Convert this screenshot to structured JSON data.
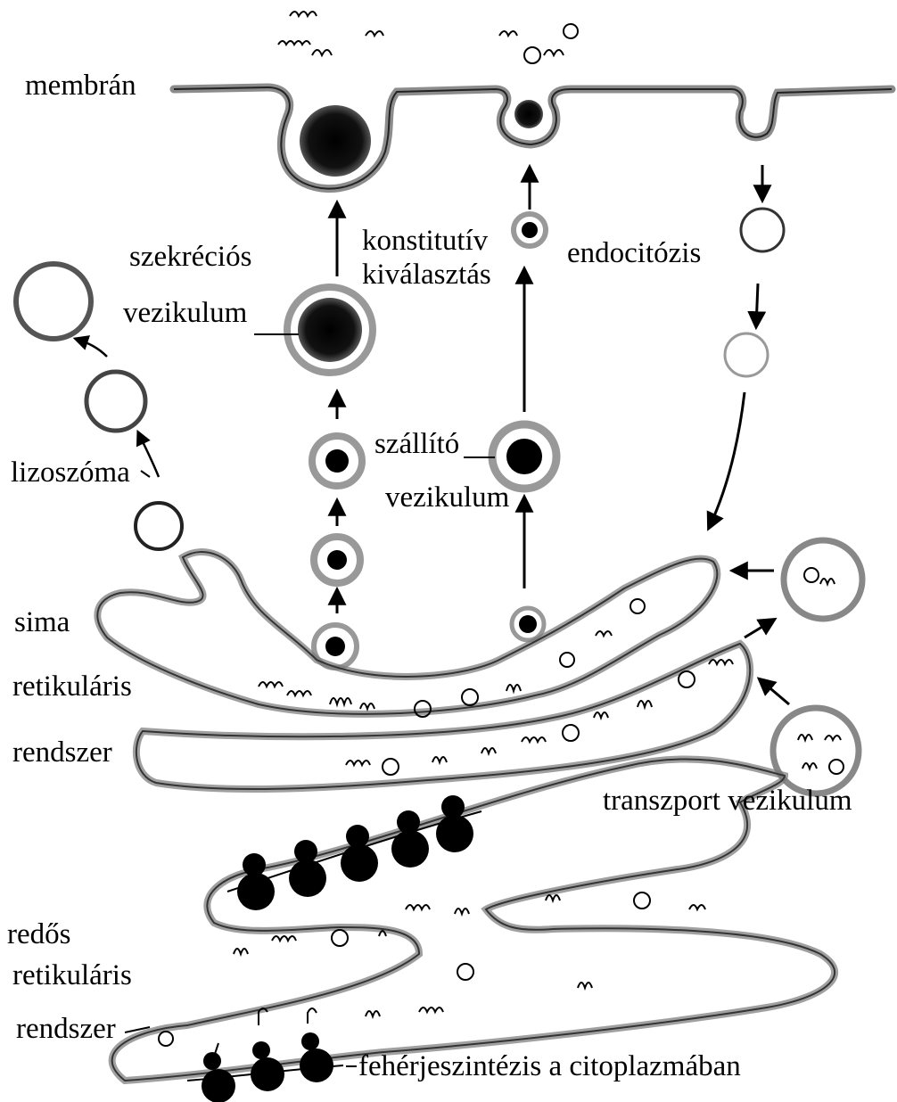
{
  "labels": {
    "membrane": "membrán",
    "secretory_1": "szekréciós",
    "secretory_2": "vezikulum",
    "constitutive_1": "konstitutív",
    "constitutive_2": "kiválasztás",
    "endocytosis": "endocitózis",
    "lysosome": "lizoszóma",
    "carrier_1": "szállító",
    "carrier_2": "vezikulum",
    "smooth_er_1": "sima",
    "smooth_er_2": "retikuláris",
    "smooth_er_3": "rendszer",
    "transport_vesicle": "transzport vezikulum",
    "rough_er_1": "redős",
    "rough_er_2": "retikuláris",
    "rough_er_3": "rendszer",
    "protein_synthesis": "fehérjeszintézis a citoplazmában"
  },
  "colors": {
    "ink": "#000000",
    "stipple": "#8a8a8a",
    "dense_core": "#111111"
  }
}
